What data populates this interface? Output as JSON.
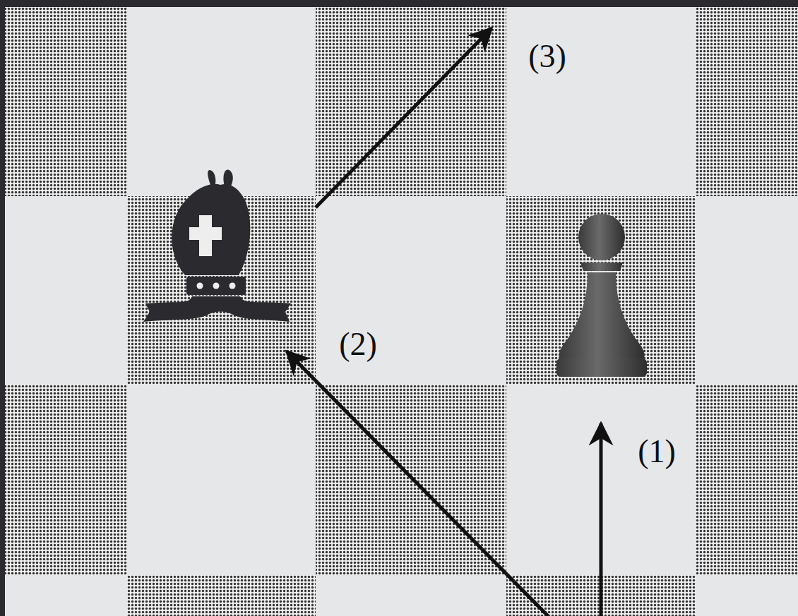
{
  "diagram": {
    "labels": [
      "(3)",
      "(2)",
      "(1)"
    ]
  }
}
